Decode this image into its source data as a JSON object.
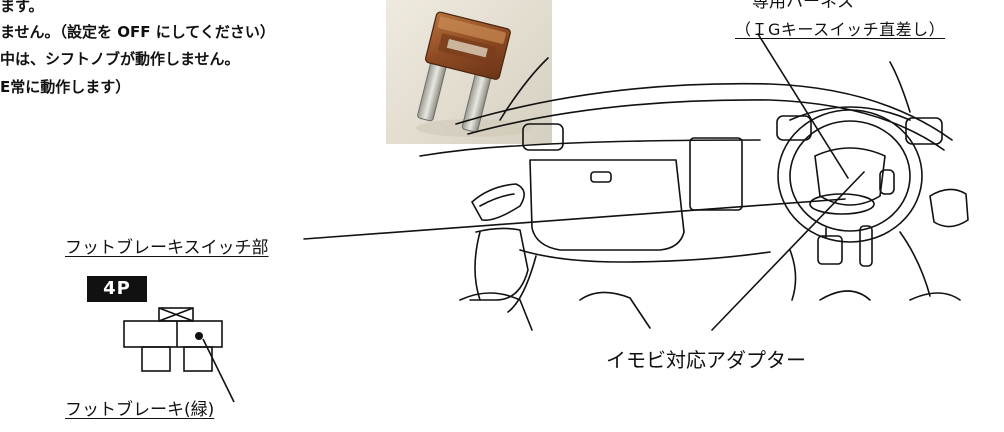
{
  "notes": [
    "ます。",
    "ません。（設定を OFF にしてください）",
    "中は、シフトノブが動作しません。",
    "E常に動作します）"
  ],
  "labels": {
    "harness_title": "専用ハーネス",
    "harness_sub": "（ＩGキースイッチ直差し）",
    "foot_brake_switch": "フットブレーキスイッチ部",
    "connector_badge": "4P",
    "foot_brake_wire": "フットブレーキ(緑)",
    "immobi_adapter": "イモビ対応アダプター"
  }
}
